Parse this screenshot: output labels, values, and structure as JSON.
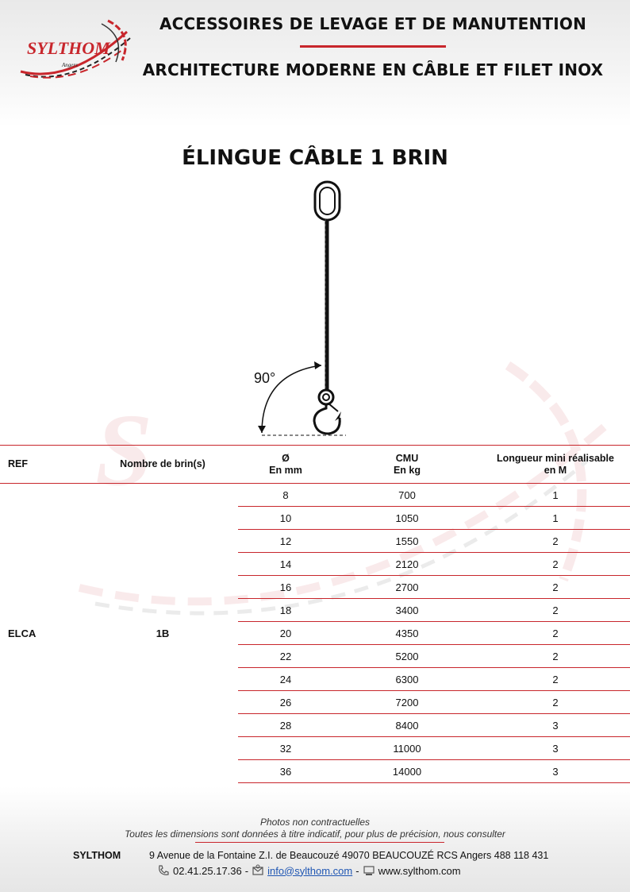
{
  "header": {
    "logo_text": "SYLTHOM",
    "logo_sub": "Angers",
    "title_line1": "ACCESSOIRES DE LEVAGE ET DE MANUTENTION",
    "title_line2": "ARCHITECTURE MODERNE EN CÂBLE ET FILET INOX",
    "accent_color": "#c8262c"
  },
  "product": {
    "title": "ÉLINGUE CÂBLE 1 BRIN",
    "angle_label": "90°"
  },
  "table": {
    "headers": {
      "ref": "REF",
      "brins": "Nombre de brin(s)",
      "diam": "Ø",
      "diam_unit": "En mm",
      "cmu": "CMU",
      "cmu_unit": "En kg",
      "longueur": "Longueur mini réalisable",
      "longueur_unit": "en M"
    },
    "ref": "ELCA",
    "brins": "1B",
    "rows": [
      {
        "diam": "8",
        "cmu": "700",
        "longueur": "1"
      },
      {
        "diam": "10",
        "cmu": "1050",
        "longueur": "1"
      },
      {
        "diam": "12",
        "cmu": "1550",
        "longueur": "2"
      },
      {
        "diam": "14",
        "cmu": "2120",
        "longueur": "2"
      },
      {
        "diam": "16",
        "cmu": "2700",
        "longueur": "2"
      },
      {
        "diam": "18",
        "cmu": "3400",
        "longueur": "2"
      },
      {
        "diam": "20",
        "cmu": "4350",
        "longueur": "2"
      },
      {
        "diam": "22",
        "cmu": "5200",
        "longueur": "2"
      },
      {
        "diam": "24",
        "cmu": "6300",
        "longueur": "2"
      },
      {
        "diam": "26",
        "cmu": "7200",
        "longueur": "2"
      },
      {
        "diam": "28",
        "cmu": "8400",
        "longueur": "3"
      },
      {
        "diam": "32",
        "cmu": "11000",
        "longueur": "3"
      },
      {
        "diam": "36",
        "cmu": "14000",
        "longueur": "3"
      }
    ]
  },
  "footer": {
    "disclaimer1": "Photos non contractuelles",
    "disclaimer2": "Toutes les dimensions sont données à titre indicatif, pour plus de précision, nous consulter",
    "company": "SYLTHOM",
    "address": "9 Avenue de la Fontaine Z.I. de Beaucouzé 49070 BEAUCOUZÉ RCS Angers 488 118 431",
    "phone": "02.41.25.17.36",
    "email": "info@sylthom.com",
    "website": "www.sylthom.com",
    "separator": "-",
    "icons": [
      "phone-icon",
      "mail-icon",
      "computer-icon"
    ]
  }
}
